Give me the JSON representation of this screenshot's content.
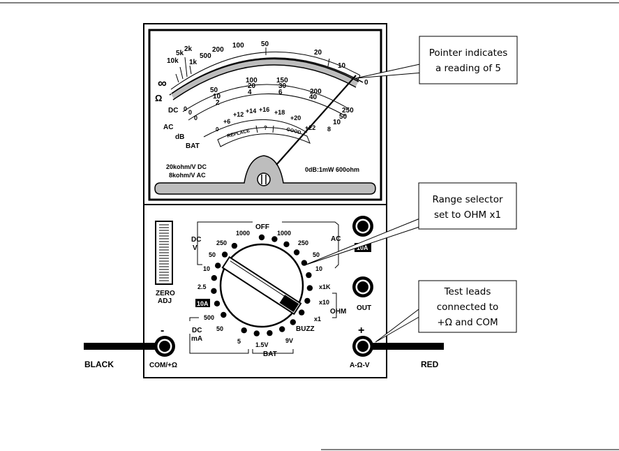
{
  "meter": {
    "ohm_scale": [
      "∞",
      "10k",
      "5k",
      "2k",
      "1k",
      "500",
      "200",
      "100",
      "50",
      "20",
      "10",
      "0"
    ],
    "dc_scale_1": [
      "0",
      "50",
      "100",
      "150",
      "200",
      "250"
    ],
    "dc_scale_2": [
      "0",
      "10",
      "20",
      "30",
      "40",
      "50"
    ],
    "dc_scale_3": [
      "0",
      "2",
      "4",
      "6",
      "8",
      "10"
    ],
    "db_scale": [
      "0",
      "+6",
      "+12",
      "+14",
      "+16",
      "+18",
      "+20",
      "+22"
    ],
    "bat_scale": [
      "REPLACE",
      "?",
      "GOOD"
    ],
    "side_labels": {
      "ohm": "Ω",
      "dc": "DC",
      "ac": "AC",
      "db": "dB",
      "bat": "BAT"
    },
    "sensitivity_1": "20kohm/V DC",
    "sensitivity_2": "8kohm/V AC",
    "db_reference": "0dB:1mW 600ohm"
  },
  "selector": {
    "off": "OFF",
    "dcv_label_1": "DC",
    "dcv_label_2": "V",
    "dcv": [
      "1000",
      "250",
      "50",
      "10",
      "2.5"
    ],
    "acv_label": "AC",
    "acv": [
      "1000",
      "250",
      "50",
      "10"
    ],
    "ten_a": "10A",
    "dcma_label_1": "DC",
    "dcma_label_2": "mA",
    "dcma": [
      "500",
      "50",
      "5"
    ],
    "bat_label": "BAT",
    "bat": [
      "1.5V",
      "9V"
    ],
    "buzz": "BUZZ",
    "ohm_label": "OHM",
    "ohm": [
      "x1K",
      "x10",
      "x1"
    ]
  },
  "zero_adj": {
    "line1": "ZERO",
    "line2": "ADJ"
  },
  "jacks": {
    "top_right": "10A",
    "out": "OUT",
    "com_label": "COM/+Ω",
    "com_sign": "-",
    "plus_label": "A-Ω-V",
    "plus_sign": "+"
  },
  "leads": {
    "black": "BLACK",
    "red": "RED"
  },
  "callouts": {
    "pointer": [
      "Pointer indicates",
      "a reading of 5"
    ],
    "range": [
      "Range selector",
      "set to OHM x1"
    ],
    "leads": [
      "Test leads",
      "connected to",
      "+Ω and COM"
    ]
  }
}
